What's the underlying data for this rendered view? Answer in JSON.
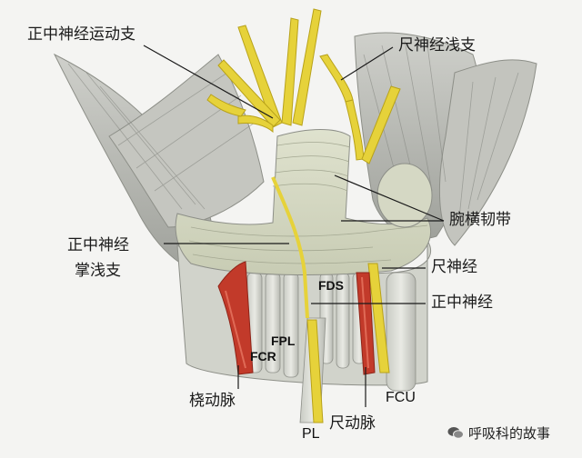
{
  "labels": {
    "median_motor_branch": "正中神经运动支",
    "ulnar_superficial_branch": "尺神经浅支",
    "transverse_carpal_ligament": "腕横韧带",
    "palmar_cutaneous_line1": "正中神经",
    "palmar_cutaneous_line2": "掌浅支",
    "ulnar_nerve": "尺神经",
    "median_nerve": "正中神经",
    "radial_artery": "桡动脉",
    "ulnar_artery": "尺动脉",
    "fds": "FDS",
    "fpl": "FPL",
    "fcr": "FCR",
    "fcu": "FCU",
    "pl": "PL"
  },
  "watermark": {
    "text": "呼吸科的故事",
    "icon": "wechat-icon"
  },
  "colors": {
    "nerve": "#e6d23a",
    "artery": "#c23a2a",
    "ligament": "#d8dcc6",
    "muscle": "#b9bbb3",
    "line": "#1a1a1a"
  }
}
